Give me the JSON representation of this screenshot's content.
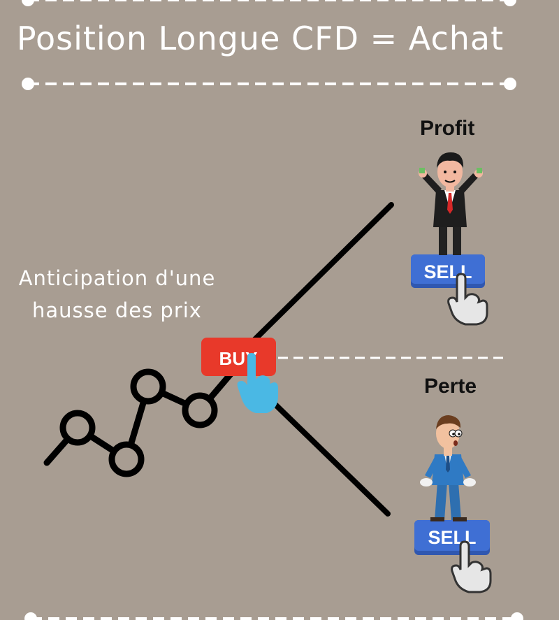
{
  "title": "Position Longue CFD = Achat",
  "caption": {
    "line1": "Anticipation d'une",
    "line2": "hausse des prix"
  },
  "buy_button": {
    "label": "BUY",
    "color": "#e8392a"
  },
  "outcomes": {
    "profit": {
      "label": "Profit",
      "button_label": "SELL"
    },
    "loss": {
      "label": "Perte",
      "button_label": "SELL"
    }
  },
  "colors": {
    "background": "#a89d92",
    "sell_button": "#3f6fd4",
    "pointer_hand_buy": "#4ab8e4",
    "pointer_hand_sell": "#e6e6e6",
    "line": "#000000",
    "dash": "#ffffff"
  },
  "icons": [
    "hand-pointer-icon",
    "businessman-celebrating-icon",
    "businessman-broke-icon"
  ]
}
